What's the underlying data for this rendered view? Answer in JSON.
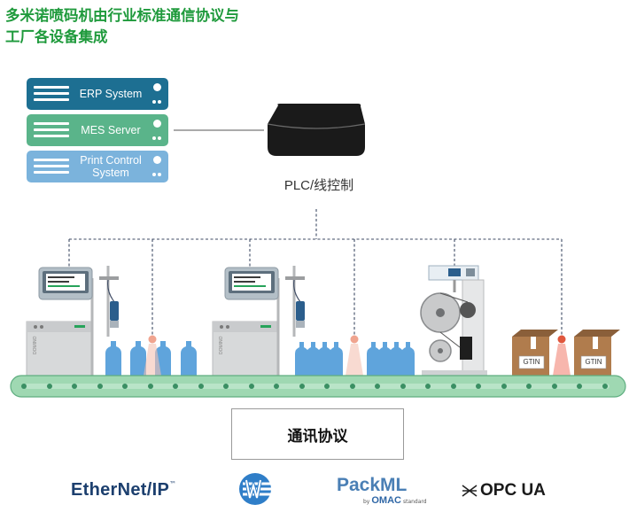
{
  "title": {
    "line1": "多米诺喷码机由行业标准通信协议与",
    "line2": "工厂各设备集成"
  },
  "systems": [
    {
      "label": "ERP System",
      "color": "#1d6f92"
    },
    {
      "label": "MES Server",
      "color": "#5ab48a"
    },
    {
      "label": "Print Control System",
      "color": "#7bb3dc"
    }
  ],
  "plc": {
    "label": "PLC/线控制"
  },
  "gtin_labels": [
    "GTIN",
    "GTIN"
  ],
  "protocol_box": {
    "label": "通讯协议"
  },
  "logos": {
    "ethernet_ip": "EtherNet/IP",
    "ethernet_ip_tm": "™",
    "packml": "PackML",
    "packml_by": "by",
    "packml_omac": "OMAC",
    "packml_standard": "standard",
    "opc_ua": "OPC UA"
  },
  "colors": {
    "title_green": "#1f9a3c",
    "conveyor": "#9fd8b2",
    "conveyor_dark": "#3a8f63",
    "bottle": "#5fa4dc",
    "box": "#b07c4d"
  }
}
